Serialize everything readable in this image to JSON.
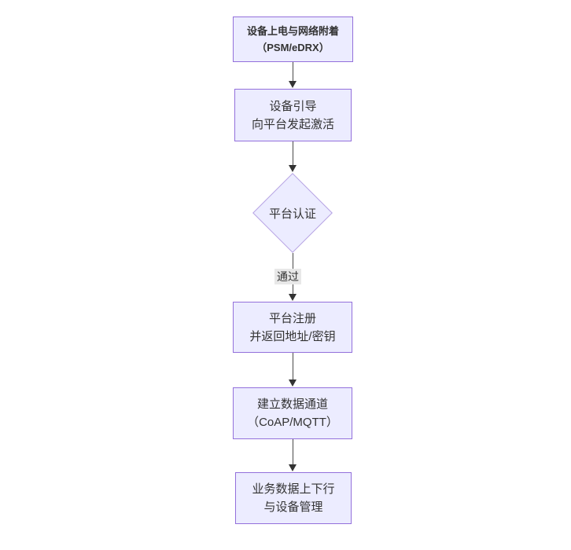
{
  "diagram": {
    "type": "flowchart-vertical",
    "colors": {
      "background": "#ffffff",
      "node_fill": "#ECECFF",
      "node_border": "#9370DB",
      "diamond_border": "#b6a2e3",
      "text": "#333333",
      "arrow": "#333333",
      "edge_label_bg": "#e8e8e8"
    },
    "nodes": {
      "power": {
        "line1": "设备上电与网络附着",
        "line2": "（PSM/eDRX）"
      },
      "bootstrap": {
        "line1": "设备引导",
        "line2": "向平台发起激活"
      },
      "auth": {
        "label": "平台认证"
      },
      "register": {
        "line1": "平台注册",
        "line2": "并返回地址/密钥"
      },
      "channel": {
        "line1": "建立数据通道",
        "line2": "（CoAP/MQTT）"
      },
      "business": {
        "line1": "业务数据上下行",
        "line2": "与设备管理"
      }
    },
    "edge_labels": {
      "auth_pass": "通过"
    }
  }
}
